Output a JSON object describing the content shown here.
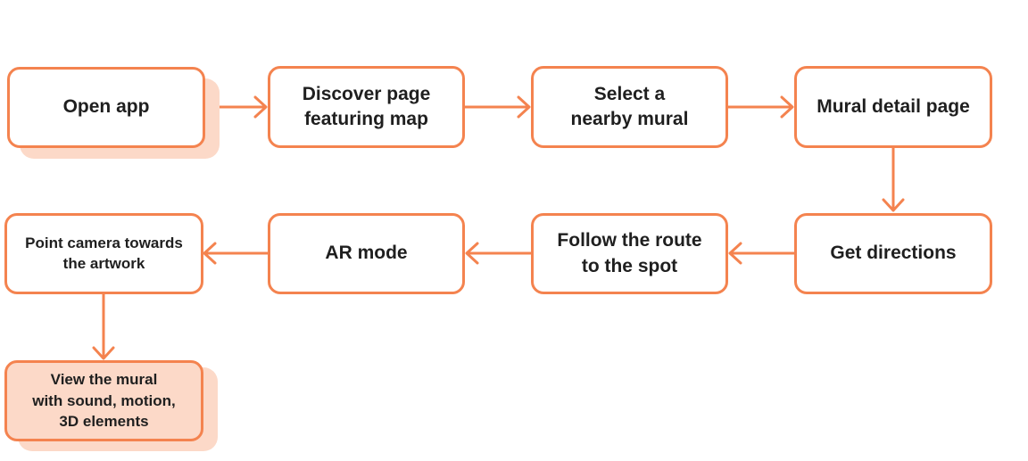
{
  "diagram": {
    "accent_color": "#f4834f",
    "highlight_color": "#fcd9c8",
    "steps": {
      "open_app": "Open app",
      "discover_page": "Discover page\nfeaturing map",
      "select_mural": "Select a\nnearby mural",
      "mural_detail": "Mural detail page",
      "get_directions": "Get directions",
      "follow_route": "Follow the route\nto the spot",
      "ar_mode": "AR mode",
      "point_camera": "Point camera towards\nthe artwork",
      "view_mural": "View the mural\nwith sound, motion,\n3D elements"
    }
  }
}
